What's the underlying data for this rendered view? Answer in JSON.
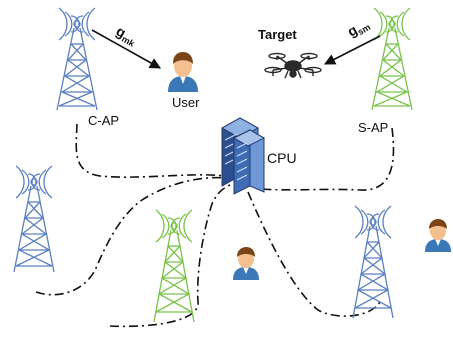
{
  "labels": {
    "c_ap": "C-AP",
    "s_ap": "S-AP",
    "cpu": "CPU",
    "user": "User",
    "target": "Target"
  },
  "channels": {
    "g_mk": {
      "base": "g",
      "sub": "mk"
    },
    "g_sm": {
      "base": "g",
      "sub": "sm"
    }
  },
  "colors": {
    "c_ap_tower": "#5b7fbf",
    "s_ap_tower": "#79c24a",
    "cpu": "#3f6db5",
    "link": "#111111",
    "user_shirt": "#3a78b8",
    "user_face": "#f3c08f",
    "user_hair": "#7a4418",
    "drone": "#2a2a2a"
  },
  "icons": {
    "tower_c_ap": "radio-tower-icon",
    "tower_s_ap": "radio-tower-icon",
    "cpu": "server-rack-icon",
    "user": "person-avatar-icon",
    "target": "drone-icon"
  }
}
